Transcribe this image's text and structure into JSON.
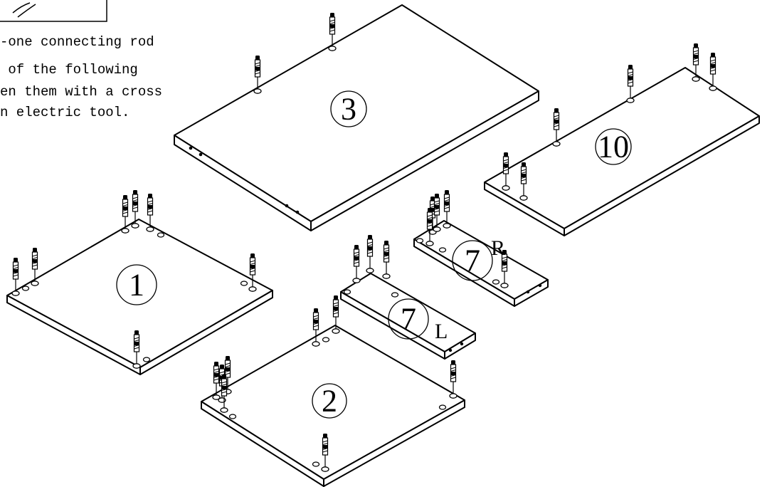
{
  "instruction": {
    "lines": [
      "-one connecting rod",
      " of the following",
      "en them with a cross",
      "n electric tool."
    ]
  },
  "parts": {
    "p1": {
      "number": "1"
    },
    "p2": {
      "number": "2"
    },
    "p3": {
      "number": "3"
    },
    "p7r": {
      "number": "7",
      "side": "R"
    },
    "p7l": {
      "number": "7",
      "side": "L"
    },
    "p10": {
      "number": "10"
    }
  }
}
